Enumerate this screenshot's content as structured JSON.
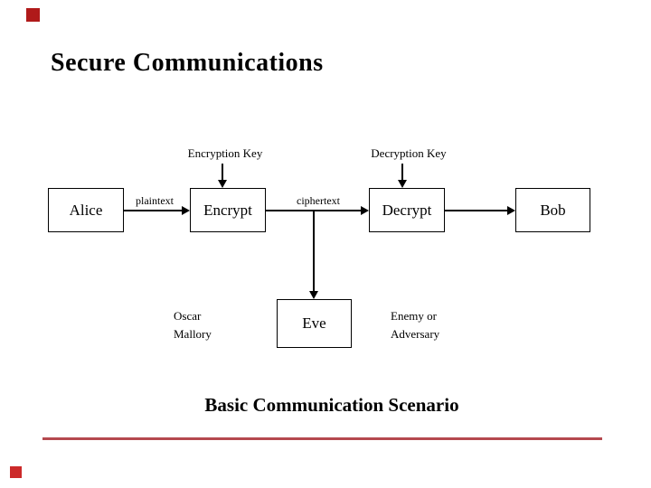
{
  "slide": {
    "title": "Secure Communications",
    "caption": "Basic Communication Scenario"
  },
  "diagram": {
    "encryption_key_label": "Encryption Key",
    "decryption_key_label": "Decryption Key",
    "plaintext_label": "plaintext",
    "ciphertext_label": "ciphertext",
    "boxes": {
      "alice": "Alice",
      "encrypt": "Encrypt",
      "decrypt": "Decrypt",
      "bob": "Bob",
      "eve": "Eve"
    },
    "eve_aliases": {
      "line1": "Oscar",
      "line2": "Mallory"
    },
    "eve_role": {
      "line1": "Enemy or",
      "line2": "Adversary"
    }
  },
  "colors": {
    "background": "#ffffff",
    "text": "#000000",
    "diagram_line": "#000000",
    "accent_rule": "#b5494f",
    "corner_square_top": "#b01a1a",
    "corner_square_bottom": "#cc2a2a"
  }
}
